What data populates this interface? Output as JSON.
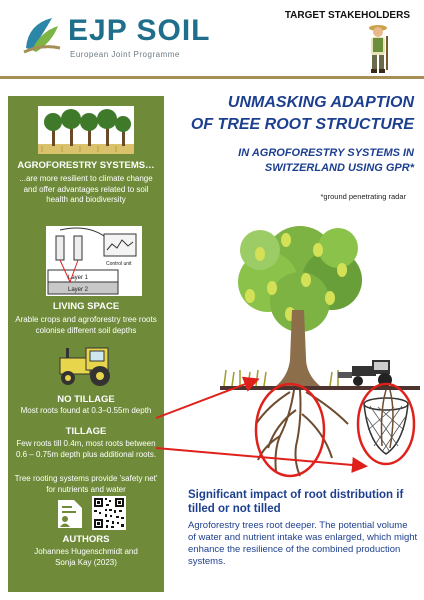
{
  "header": {
    "logo_name": "EJP SOIL",
    "logo_subtitle": "European Joint Programme",
    "stakeholders_label": "TARGET STAKEHOLDERS"
  },
  "sidebar": {
    "sections": [
      {
        "heading": "AGROFORESTRY SYSTEMS…",
        "text": "...are more resilient to climate change and offer advantages related to soil health and biodiversity"
      },
      {
        "heading": "LIVING SPACE",
        "text": "Arable crops and agroforestry tree roots colonise different soil depths"
      },
      {
        "heading": "NO TILLAGE",
        "text": "Most roots found at 0.3–0.55m depth"
      },
      {
        "heading": "TILLAGE",
        "text": "Few roots till 0.4m, most roots between 0.6 – 0.75m depth plus additional roots."
      },
      {
        "heading": "",
        "text": "Tree rooting systems provide 'safety net' for nutrients and water"
      },
      {
        "heading": "AUTHORS",
        "text": "Johannes Hugenschmidt and Sonja Kay (2023)"
      }
    ],
    "gpr_labels": {
      "layer1": "Layer 1",
      "layer2": "Layer 2",
      "controller": "Control unit"
    }
  },
  "main": {
    "title_line1": "UNMASKING ADAPTION",
    "title_line2": "OF TREE ROOT STRUCTURE",
    "subtitle_line1": "IN AGROFORESTRY SYSTEMS IN",
    "subtitle_line2": "SWITZERLAND USING GPR*",
    "footnote": "*ground penetrating radar",
    "impact_heading": "Significant impact of root distribution if tilled or not tilled",
    "body": "Agroforestry trees root deeper. The potential volume of water and nutrient intake was enlarged, which might enhance the resilience of the combined production systems."
  },
  "colors": {
    "sidebar_green": "#6f8b3a",
    "title_blue": "#1d3f8f",
    "accent_red": "#e0211b",
    "header_rule": "#a58f56"
  }
}
